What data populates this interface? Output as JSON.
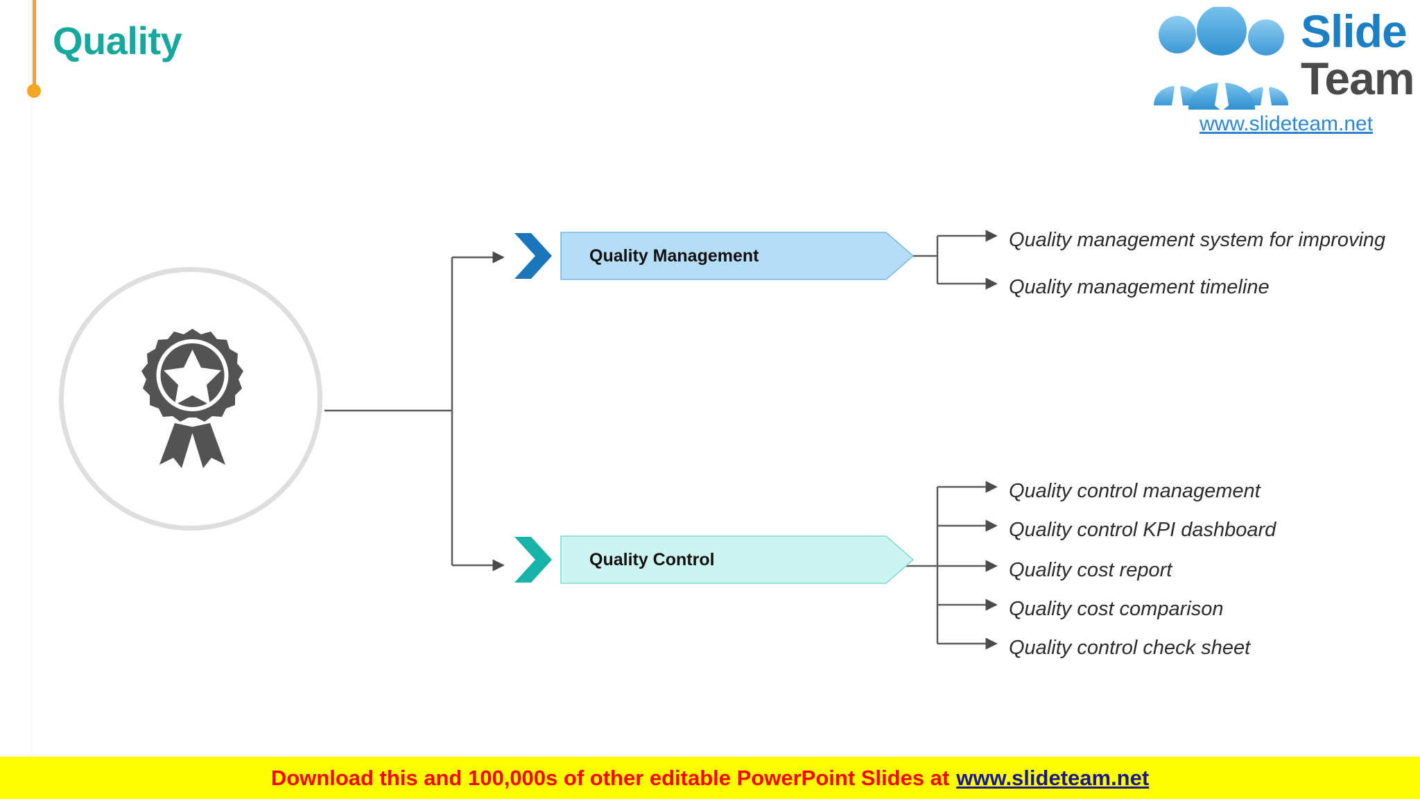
{
  "slide": {
    "title": "Quality",
    "accent_teal": "#16a79d",
    "accent_orange": "#f5a623",
    "background": "#ffffff"
  },
  "logo": {
    "name_part1": "Slide",
    "name_part2": "Team",
    "url": "www.slideteam.net",
    "part1_color": "#1c7fc4",
    "part2_color": "#4a4a4a",
    "url_color": "#2b87d6",
    "icon": "three-people-icon"
  },
  "center_node": {
    "icon": "award-badge-icon",
    "icon_color": "#535353",
    "ring_color": "#dedede"
  },
  "branches": [
    {
      "id": "quality-management",
      "label": "Quality Management",
      "chevron_color": "#1b75bb",
      "body_color": "#b5ddf8",
      "border_color": "#7ab8e0",
      "items": [
        "Quality management system for improving",
        "Quality management timeline"
      ]
    },
    {
      "id": "quality-control",
      "label": "Quality Control",
      "chevron_color": "#17b2a8",
      "body_color": "#ccf5f2",
      "border_color": "#7fd9d2",
      "items": [
        "Quality control management",
        "Quality control KPI dashboard",
        "Quality cost report",
        "Quality cost comparison",
        "Quality control check sheet"
      ]
    }
  ],
  "footer": {
    "text": "Download this and 100,000s of other editable PowerPoint Slides at",
    "link": "www.slideteam.net",
    "background": "#ffff00",
    "text_color": "#ff0000",
    "link_color": "#1a1a8c"
  }
}
